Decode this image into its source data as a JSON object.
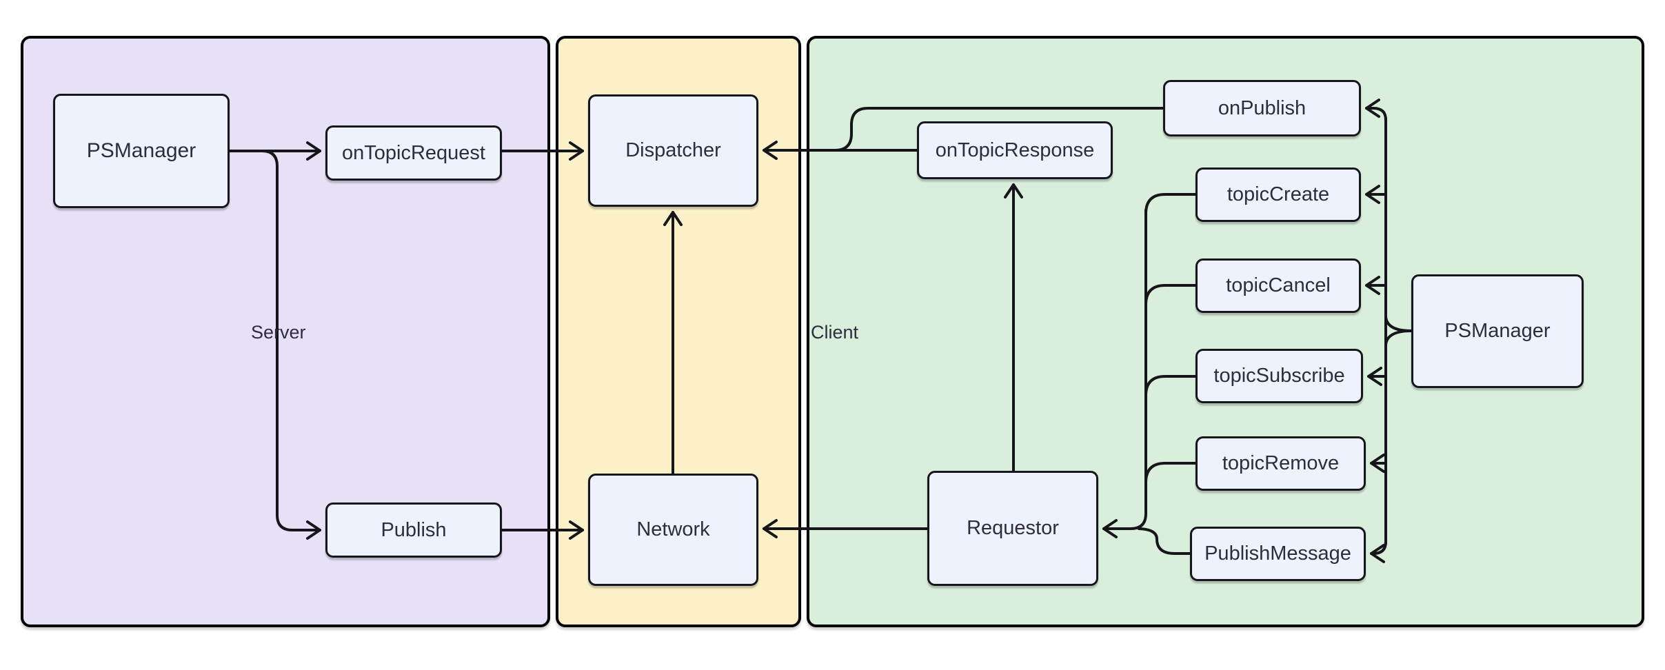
{
  "regions": {
    "server": {
      "label": "Server",
      "fill": "#E8E0F7"
    },
    "middle": {
      "label": "",
      "fill": "#FBF0C8"
    },
    "client": {
      "label": "Client",
      "fill": "#D9EEDB"
    }
  },
  "nodes": {
    "ps_server": {
      "label": "PSManager"
    },
    "on_topic_request": {
      "label": "onTopicRequest"
    },
    "publish": {
      "label": "Publish"
    },
    "dispatcher": {
      "label": "Dispatcher"
    },
    "network": {
      "label": "Network"
    },
    "on_topic_response": {
      "label": "onTopicResponse"
    },
    "on_publish": {
      "label": "onPublish"
    },
    "topic_create": {
      "label": "topicCreate"
    },
    "topic_cancel": {
      "label": "topicCancel"
    },
    "topic_subscribe": {
      "label": "topicSubscribe"
    },
    "topic_remove": {
      "label": "topicRemove"
    },
    "publish_message": {
      "label": "PublishMessage"
    },
    "ps_client": {
      "label": "PSManager"
    },
    "requestor": {
      "label": "Requestor"
    }
  },
  "colors": {
    "background": "#FFFFFF",
    "node_fill": "#EDF2FC",
    "node_border": "#16161D",
    "region_border": "#000000",
    "edge": "#15151A",
    "text": "#2D2D3D"
  }
}
